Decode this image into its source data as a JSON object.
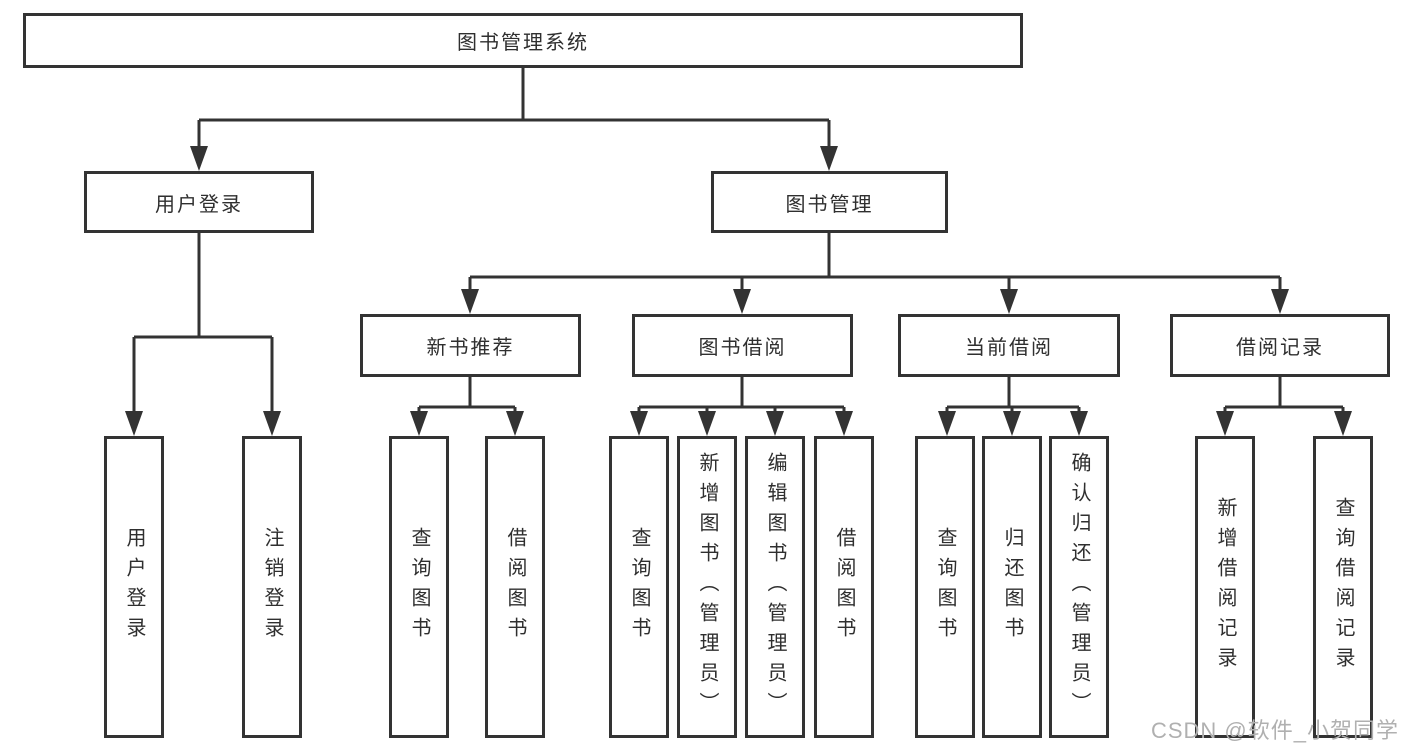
{
  "colors": {
    "line": "#333333",
    "box_border": "#333333",
    "background": "#ffffff",
    "watermark": "#b0b0b0"
  },
  "watermark": {
    "text": "CSDN @软件_小贺同学"
  },
  "tree": {
    "root": "图书管理系统",
    "branches": [
      {
        "label": "用户登录",
        "children": [
          "用户登录",
          "注销登录"
        ]
      },
      {
        "label": "图书管理",
        "children": [
          {
            "label": "新书推荐",
            "children": [
              "查询图书",
              "借阅图书"
            ]
          },
          {
            "label": "图书借阅",
            "children": [
              "查询图书",
              "新增图书（管理员）",
              "编辑图书（管理员）",
              "借阅图书"
            ]
          },
          {
            "label": "当前借阅",
            "children": [
              "查询图书",
              "归还图书",
              "确认归还（管理员）"
            ]
          },
          {
            "label": "借阅记录",
            "children": [
              "新增借阅记录",
              "查询借阅记录"
            ]
          }
        ]
      }
    ]
  }
}
